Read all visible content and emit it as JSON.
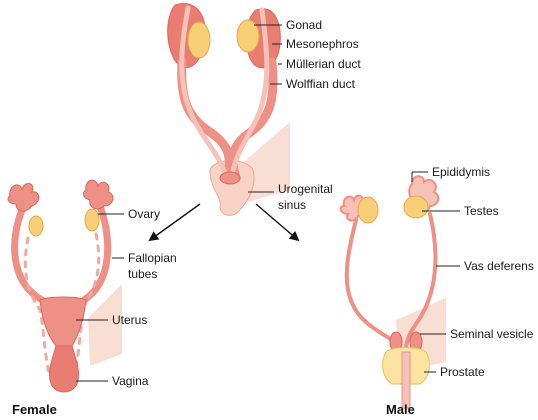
{
  "colors": {
    "duct": "#ee9085",
    "duct_light": "#f6c1b6",
    "duct_edge": "#d7685c",
    "meso": "#e97d72",
    "gonad": "#f8cf77",
    "gonad_edge": "#e3a94a",
    "sinus": "#f7d2c5",
    "shade": "#f9ded4",
    "prostate": "#fde3a0"
  },
  "indifferent": {
    "labels": {
      "gonad": "Gonad",
      "mesonephros": "Mesonephros",
      "mullerian": "Müllerian duct",
      "wolffian": "Wolffian duct",
      "urogenital_1": "Urogenital",
      "urogenital_2": "sinus"
    }
  },
  "female": {
    "title": "Female",
    "labels": {
      "ovary": "Ovary",
      "fallopian_1": "Fallopian",
      "fallopian_2": "tubes",
      "uterus": "Uterus",
      "vagina": "Vagina"
    }
  },
  "male": {
    "title": "Male",
    "labels": {
      "epididymis": "Epididymis",
      "testes": "Testes",
      "vas": "Vas deferens",
      "seminal": "Seminal vesicle",
      "prostate": "Prostate"
    }
  }
}
